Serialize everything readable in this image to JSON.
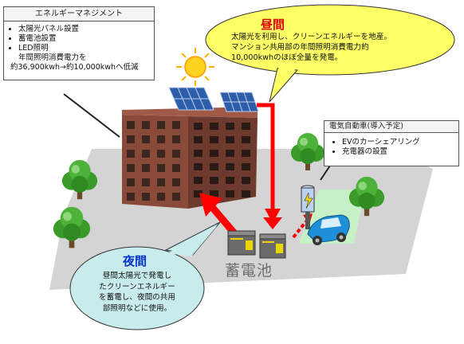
{
  "energy_box": {
    "title": "エネルギーマネジメント",
    "items": [
      "太陽光パネル設置",
      "蓄電池設置",
      "LED照明"
    ],
    "led_detail_1": "年間照明消費電力を",
    "led_detail_2": "約36,900kwh→約10,000kwhへ低減"
  },
  "ev_box": {
    "title": "電気自動車(導入予定)",
    "items": [
      "EVのカーシェアリング",
      "充電器の設置"
    ]
  },
  "daytime": {
    "title": "昼間",
    "lines": [
      "太陽光を利用し、クリーンエネルギーを地産。",
      "マンション共用部の年間照明消費電力約",
      "10,000kwhのほぼ全量を発電。"
    ]
  },
  "nighttime": {
    "title": "夜間",
    "lines": [
      "昼間太陽光で発電し",
      "たクリーンエネルギー",
      "を蓄電し、夜間の共用",
      "部照明などに使用。"
    ]
  },
  "battery_label": "蓄電池",
  "colors": {
    "day_bubble": "#ffff66",
    "night_bubble": "#c8ecec",
    "arrow_red": "#ff0000",
    "building": "#8a4a3a",
    "ground": "#d4d4d4",
    "ev_spot": "#c6f0c6",
    "day_title": "#e00000",
    "night_title": "#0033cc"
  },
  "icons": [
    "sun-icon",
    "solar-panel-icon",
    "tree-icon",
    "battery-icon",
    "ev-charger-icon",
    "electric-car-icon"
  ]
}
